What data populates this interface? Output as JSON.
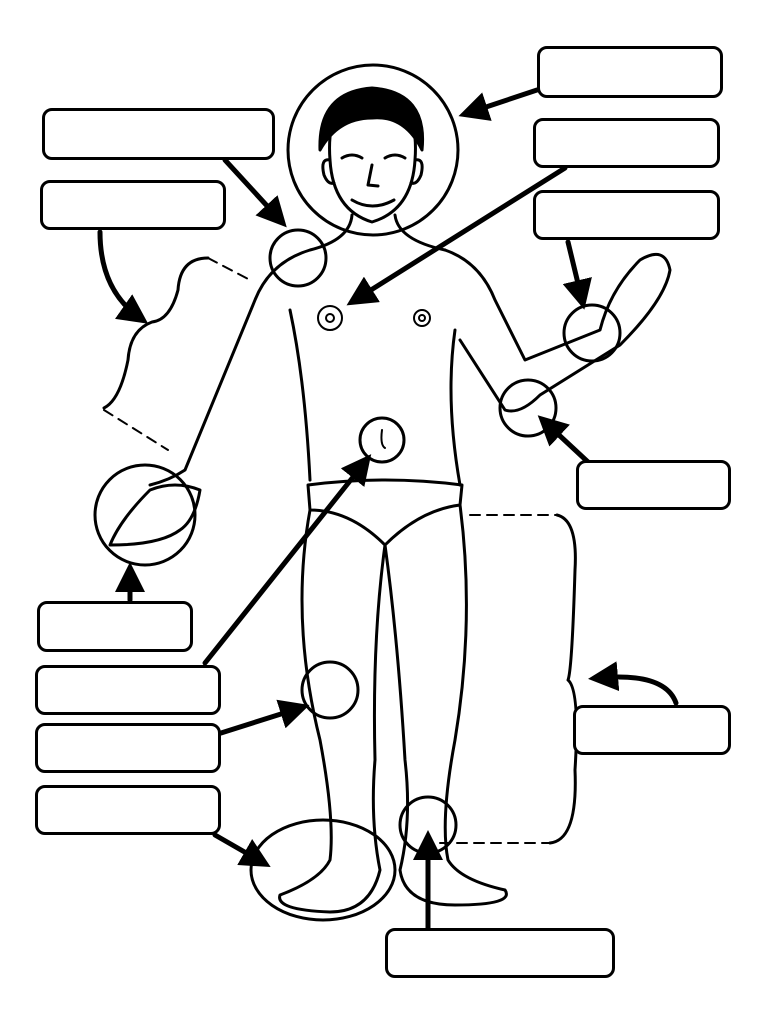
{
  "worksheet": {
    "label_boxes": [
      {
        "id": "head",
        "value": ""
      },
      {
        "id": "chest",
        "value": ""
      },
      {
        "id": "wrist",
        "value": ""
      },
      {
        "id": "shoulder",
        "value": ""
      },
      {
        "id": "arm",
        "value": ""
      },
      {
        "id": "elbow",
        "value": ""
      },
      {
        "id": "hand",
        "value": ""
      },
      {
        "id": "navel",
        "value": ""
      },
      {
        "id": "thigh",
        "value": ""
      },
      {
        "id": "foot",
        "value": ""
      },
      {
        "id": "leg",
        "value": ""
      },
      {
        "id": "ankle",
        "value": ""
      }
    ],
    "line_color": "#000000"
  }
}
